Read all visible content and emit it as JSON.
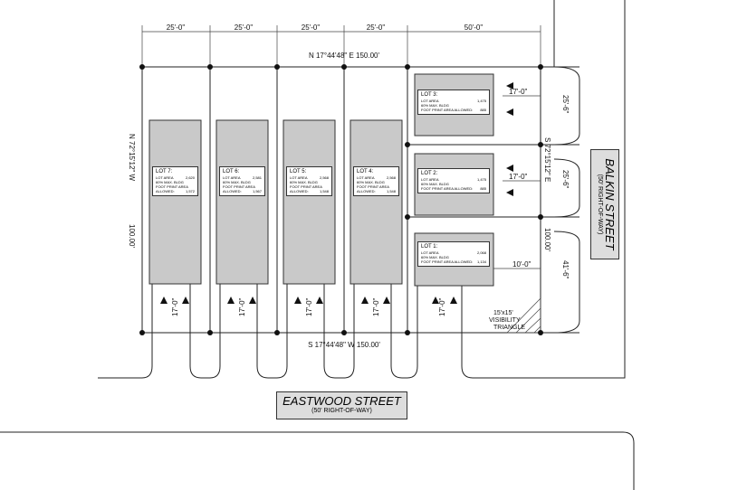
{
  "dimensions": {
    "lot_widths": [
      "25'-0\"",
      "25'-0\"",
      "25'-0\"",
      "25'-0\"",
      "50'-0\""
    ],
    "north_line": "N 17°44'48\" E   150.00'",
    "south_line": "S 17°44'48\" W   150.00'",
    "west_bearing": "N 72°15'12\" W",
    "west_length": "100.00'",
    "east_bearing": "S 72°15'12\" E",
    "east_length": "100.00'",
    "east_segments": [
      "25'-6\"",
      "25'-6\"",
      "41'-6\""
    ],
    "setback_17": "17'-0\"",
    "setback_10": "10'-0\"",
    "driveway": "17'-0\""
  },
  "lots": [
    {
      "name": "LOT 7:",
      "area_label": "LOT AREA",
      "area": "2,620",
      "bldg_label": "60% MAX. BLDG",
      "fp_label": "FOOT PRINT AREA",
      "fp_label2": "ALLOWED:",
      "fp": "1,572"
    },
    {
      "name": "LOT 6:",
      "area_label": "LOT AREA",
      "area": "2,581",
      "bldg_label": "60% MAX. BLDG",
      "fp_label": "FOOT PRINT AREA",
      "fp_label2": "ALLOWED:",
      "fp": "1,567"
    },
    {
      "name": "LOT 5:",
      "area_label": "LOT AREA",
      "area": "2,568",
      "bldg_label": "60% MAX. BLDG",
      "fp_label": "FOOT PRINT AREA",
      "fp_label2": "ALLOWED:",
      "fp": "1,548"
    },
    {
      "name": "LOT 4:",
      "area_label": "LOT AREA",
      "area": "2,568",
      "bldg_label": "60% MAX. BLDG",
      "fp_label": "FOOT PRINT AREA",
      "fp_label2": "ALLOWED:",
      "fp": "1,548"
    },
    {
      "name": "LOT 3:",
      "area_label": "LOT AREA",
      "area": "1,475",
      "bldg_label": "60% MAX. BLDG",
      "fp_label": "FOOT PRINT AREA ALLOWED:",
      "fp": "885"
    },
    {
      "name": "LOT 2:",
      "area_label": "LOT AREA",
      "area": "1,475",
      "bldg_label": "60% MAX. BLDG",
      "fp_label": "FOOT PRINT AREA ALLOWED:",
      "fp": "885"
    },
    {
      "name": "LOT 1:",
      "area_label": "LOT AREA",
      "area": "2,068",
      "bldg_label": "60% MAX. BLDG",
      "fp_label": "FOOT PRINT AREA ALLOWED:",
      "fp": "1,134"
    }
  ],
  "visibility": {
    "line1": "15'x15'",
    "line2": "VISIBILITY",
    "line3": "TRIANGLE"
  },
  "streets": {
    "south": {
      "name": "EASTWOOD STREET",
      "row": "(50' RIGHT-OF-WAY)"
    },
    "east": {
      "name": "BALKIN STREET",
      "row": "(50' RIGHT-OF-WAY)"
    }
  }
}
